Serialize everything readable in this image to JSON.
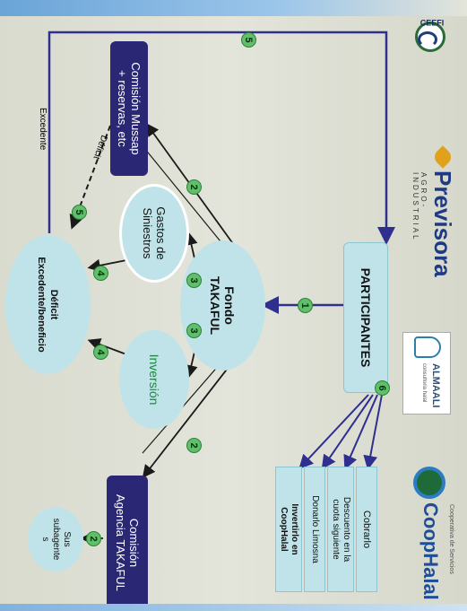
{
  "nodes": {
    "participantes": "PARTICIPANTES",
    "fondo_takaful": "Fondo\nTAKAFUL",
    "comision_mussap": "Comisión Mussap\n+ reservas, etc",
    "comision_agencia": "Comisión\nAgencia TAKAFUL",
    "gastos_siniestros": "Gastos de\nSiniestros",
    "inversion": "Inversión",
    "deficit_excedente": "Déficit\nExcedente/beneficio",
    "subagentes": "Sus\nsubagente\ns",
    "cobrarlo": "Cobrarlo",
    "descuento": "Descuento en la\ncuota siguiente",
    "donarlo": "Donarlo Limosna",
    "invertirlo": "Invertirlo en\nCoopHalal"
  },
  "edge_labels": {
    "deficit": "Déficit",
    "excedente": "Excedente"
  },
  "step_numbers": [
    "1",
    "2",
    "2",
    "2",
    "3",
    "3",
    "4",
    "4",
    "5",
    "5",
    "6"
  ],
  "logos": {
    "previsora_name": "Previsora",
    "previsora_tagline": "AGRO-INDUSTRIAL",
    "almaali_name": "ALMAALI",
    "almaali_tagline": "consultoria halal",
    "coophalal_name": "CoopHalal",
    "coophalal_tagline": "Cooperativa de Servicios",
    "cefefi": "CEEFI"
  },
  "colors": {
    "navy": "#2a2874",
    "teal_fill": "#bfe3e9",
    "step_green": "#5fc06a",
    "arrow_navy": "#2e2f8f"
  }
}
